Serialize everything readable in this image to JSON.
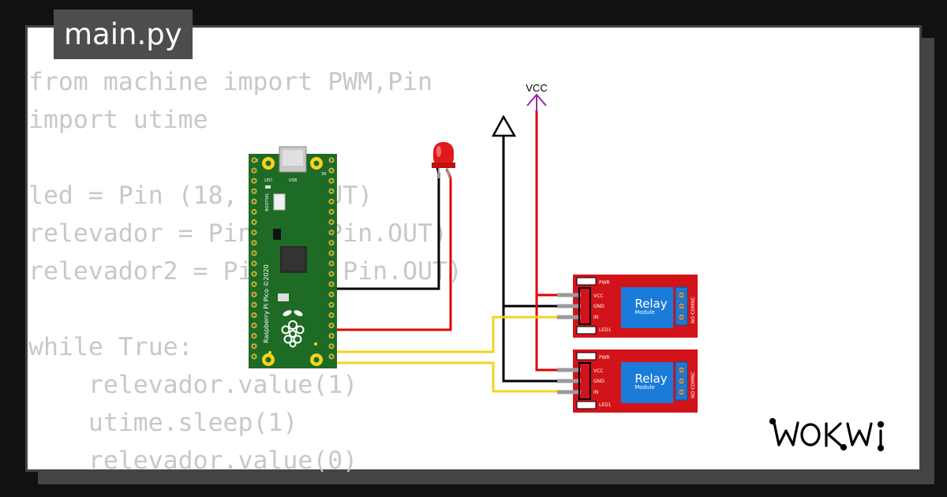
{
  "editor": {
    "filename": "main.py",
    "code_lines": [
      "from machine import PWM,Pin",
      "import utime",
      "",
      "led = Pin (18, Pin.OUT)",
      "relevador = Pin(17, Pin.OUT)",
      "relevador2 = Pin(16, Pin.OUT)",
      "",
      "while True:",
      "    relevador.value(1)",
      "    utime.sleep(1)",
      "    relevador.value(0)"
    ]
  },
  "circuit": {
    "pico": {
      "label": "Raspberry Pi Pico ©2020",
      "led_label": "LED",
      "usb_label": "USB",
      "bootsel_label": "BOOTSEL",
      "pin1_label": "1",
      "pin39_label": "39"
    },
    "vcc_label": "VCC",
    "relays": [
      {
        "title": "Relay",
        "subtitle": "Module",
        "pin_vcc": "VCC",
        "pin_gnd": "GND",
        "pin_in": "IN",
        "pwr_label": "PWR",
        "led_label": "LED1",
        "terminal_label": "NO COMNC"
      },
      {
        "title": "Relay",
        "subtitle": "Module",
        "pin_vcc": "VCC",
        "pin_gnd": "GND",
        "pin_in": "IN",
        "pwr_label": "PWR",
        "led_label": "LED1",
        "terminal_label": "NO COMNC"
      }
    ],
    "colors": {
      "pico_board": "#1e6b25",
      "relay_board": "#d3131a",
      "relay_blue": "#1a7bd8",
      "wire_red": "#e00000",
      "wire_black": "#000000",
      "wire_yellow": "#f5d320",
      "vcc_purple": "#9b27b0",
      "led_red": "#e01a1a"
    }
  },
  "brand": {
    "logo": "WOKWI"
  }
}
